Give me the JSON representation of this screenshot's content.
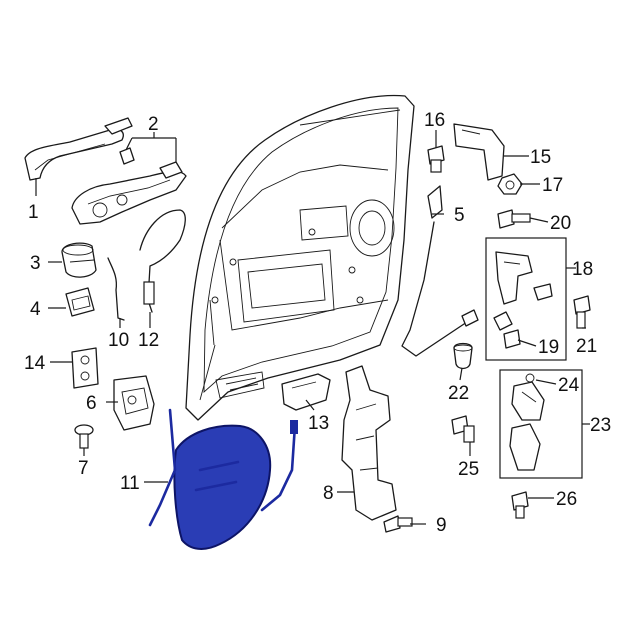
{
  "diagram": {
    "highlight_color": "#2a3db5",
    "callouts": [
      {
        "id": "1",
        "label": "1"
      },
      {
        "id": "2",
        "label": "2"
      },
      {
        "id": "3",
        "label": "3"
      },
      {
        "id": "4",
        "label": "4"
      },
      {
        "id": "5",
        "label": "5"
      },
      {
        "id": "6",
        "label": "6"
      },
      {
        "id": "7",
        "label": "7"
      },
      {
        "id": "8",
        "label": "8"
      },
      {
        "id": "9",
        "label": "9"
      },
      {
        "id": "10",
        "label": "10"
      },
      {
        "id": "11",
        "label": "11"
      },
      {
        "id": "12",
        "label": "12"
      },
      {
        "id": "13",
        "label": "13"
      },
      {
        "id": "14",
        "label": "14"
      },
      {
        "id": "15",
        "label": "15"
      },
      {
        "id": "16",
        "label": "16"
      },
      {
        "id": "17",
        "label": "17"
      },
      {
        "id": "18",
        "label": "18"
      },
      {
        "id": "19",
        "label": "19"
      },
      {
        "id": "20",
        "label": "20"
      },
      {
        "id": "21",
        "label": "21"
      },
      {
        "id": "22",
        "label": "22"
      },
      {
        "id": "23",
        "label": "23"
      },
      {
        "id": "24",
        "label": "24"
      },
      {
        "id": "25",
        "label": "25"
      },
      {
        "id": "26",
        "label": "26"
      }
    ]
  }
}
